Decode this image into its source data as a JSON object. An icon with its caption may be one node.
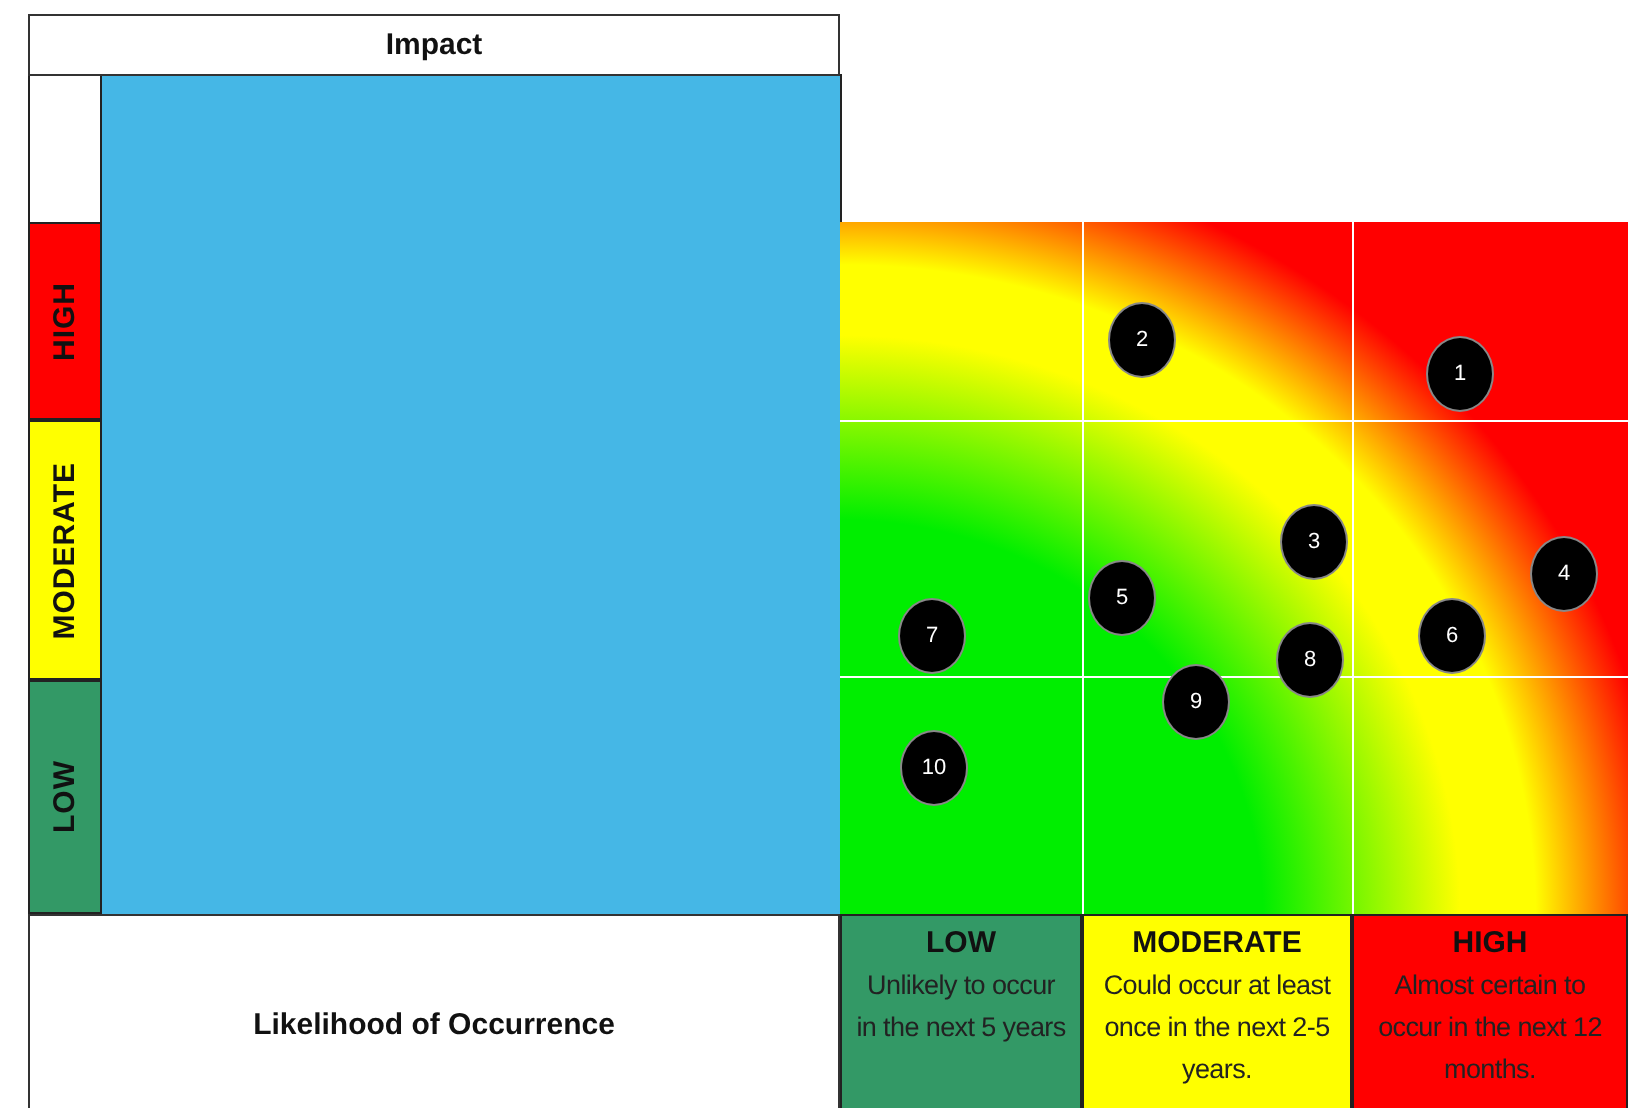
{
  "diagram": {
    "nodes": [
      {
        "text": [
          "Impact"
        ]
      },
      {
        "text": [
          "HIGH"
        ]
      },
      {
        "text": [
          "MODERATE"
        ]
      },
      {
        "text": [
          "LOW"
        ]
      },
      {
        "text": [
          "1"
        ]
      },
      {
        "text": [
          "2"
        ]
      },
      {
        "text": [
          "3"
        ]
      },
      {
        "text": [
          "4"
        ]
      },
      {
        "text": [
          "5"
        ]
      },
      {
        "text": [
          "6"
        ]
      },
      {
        "text": [
          "7"
        ]
      },
      {
        "text": [
          "8"
        ]
      },
      {
        "text": [
          "9"
        ]
      },
      {
        "text": [
          "10"
        ]
      },
      {
        "text": [
          "Likelihood of Occurrence"
        ]
      },
      {
        "text": [
          "LOW",
          "Unlikely to occur in the next 5 years"
        ]
      },
      {
        "text": [
          "MODERATE",
          "Could occur at least once in the next 2-5 years."
        ]
      },
      {
        "text": [
          "HIGH",
          "Almost certain to occur in the next 12 months."
        ]
      }
    ]
  }
}
